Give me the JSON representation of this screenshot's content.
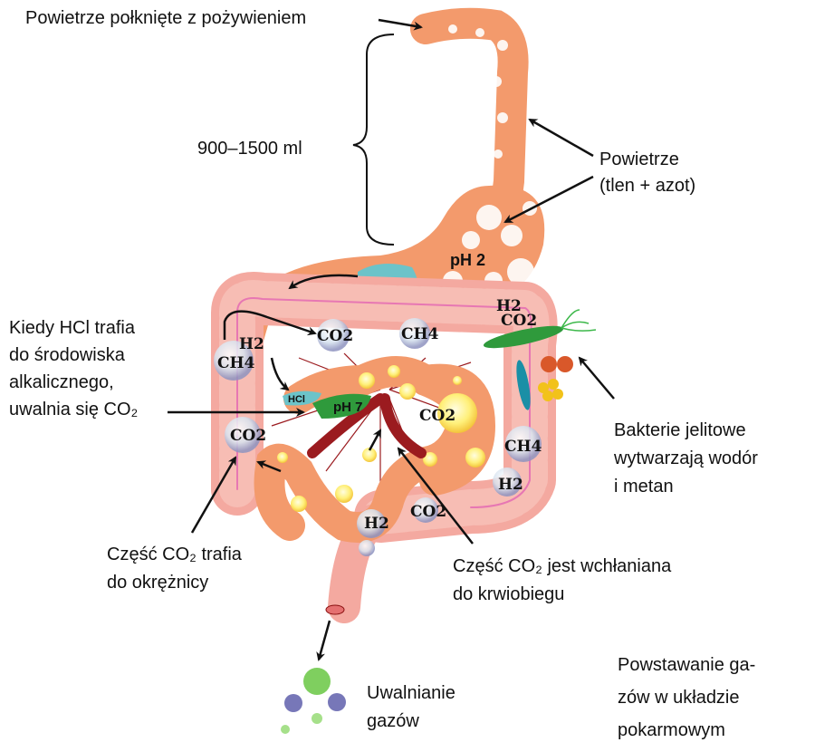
{
  "labels": {
    "swallowed_air": "Powietrze połknięte z pożywieniem",
    "volume": "900–1500 ml",
    "air": [
      "Powietrze",
      "(tlen + azot)"
    ],
    "hcl_alkaline": [
      "Kiedy HCl trafia",
      "do środowiska",
      "alkalicznego,",
      "uwalnia się CO₂"
    ],
    "bacteria": [
      "Bakterie jelitowe",
      "wytwarzają wodór",
      "i metan"
    ],
    "co2_colon": [
      "Część CO₂ trafia",
      "do okrężnicy"
    ],
    "co2_blood": [
      "Część CO₂ jest wchłaniana",
      "do krwiobiegu"
    ],
    "release": [
      "Uwalnianie",
      "gazów"
    ],
    "caption": [
      "Powstawanie ga-",
      "zów w układzie",
      "pokarmowym"
    ]
  },
  "illustration": {
    "stomach_ph": "pH 2",
    "stomach_hcl": "HCl",
    "intestine_hcl": "HCl",
    "intestine_ph": "pH 7",
    "molecules": [
      "CO2",
      "CH4",
      "H2",
      "CO2",
      "H2",
      "CH4",
      "CO2",
      "CO2",
      "CH4",
      "H2",
      "CO2",
      "H2"
    ]
  },
  "colors": {
    "colon": "#f4a9a0",
    "stomach": "#f39a6c",
    "hcl": "#6cc3c9",
    "ph7": "#2f9a3c",
    "vessel": "#9b1b1f"
  }
}
